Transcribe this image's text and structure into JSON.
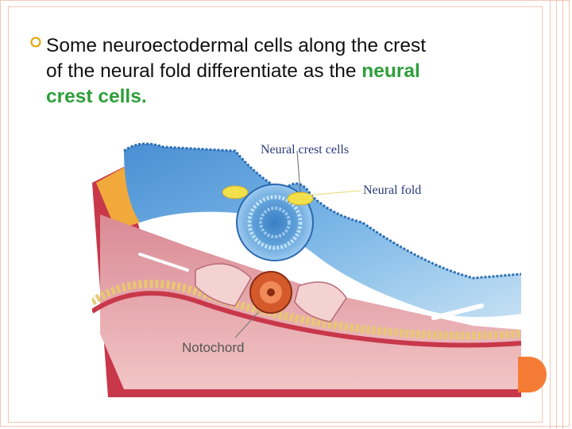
{
  "bullet": {
    "line1": "Some neuroectodermal cells along the crest",
    "line2_plain": "of the neural fold differentiate as the ",
    "line2_highlight": "neural",
    "line3_highlight": "crest cells."
  },
  "figure": {
    "label_neural_crest": "Neural crest cells",
    "label_neural_fold": "Neural fold",
    "label_notochord": "Notochord"
  },
  "colors": {
    "highlight": "#2e9f3a",
    "frame": "#f2c7b6",
    "accent_dot": "#f47c34"
  },
  "icons": {
    "bullet": "circle-checkbox-icon"
  }
}
